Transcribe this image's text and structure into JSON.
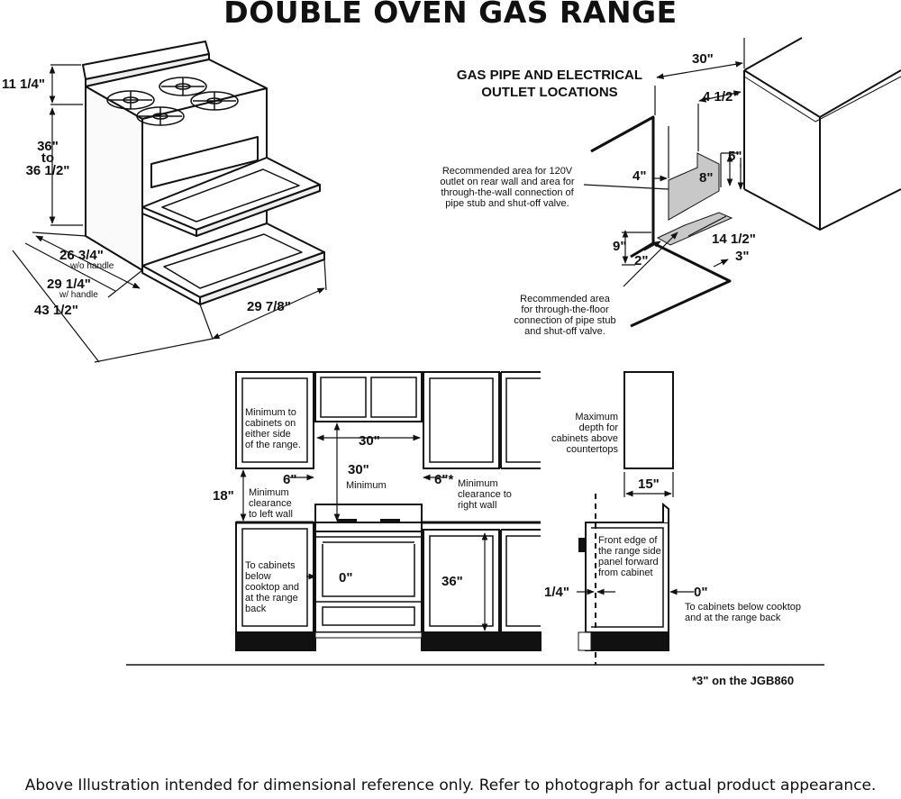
{
  "title": "DOUBLE OVEN GAS RANGE",
  "gas_section": {
    "title_line1": "GAS PIPE AND ELECTRICAL",
    "title_line2": "OUTLET LOCATIONS",
    "wall_note": [
      "Recommended area for 120V",
      "outlet on rear wall and area for",
      "through-the-wall connection of",
      "pipe stub and shut-off valve."
    ],
    "floor_note": [
      "Recommended area",
      "for through-the-floor",
      "connection of pipe stub",
      "and shut-off valve."
    ],
    "dims": {
      "width": "30\"",
      "four_half": "4 1/2\"",
      "four": "4\"",
      "eight": "8\"",
      "five": "5\"",
      "nine": "9\"",
      "two": "2\"",
      "fourteen_half": "14 1/2\"",
      "three": "3\""
    }
  },
  "range_dims": {
    "backguard": "11 1/4\"",
    "height": [
      "36\"",
      "to",
      "36 1/2\""
    ],
    "depth_no_handle": "26 3/4\"",
    "depth_no_handle_note": "w/o handle",
    "depth_handle": "29 1/4\"",
    "depth_handle_note": "w/ handle",
    "depth_door_open": "43 1/2\"",
    "width": "29 7/8\""
  },
  "cabinet_front": {
    "min_cab_note": [
      "Minimum to",
      "cabinets on",
      "either side",
      "of the range."
    ],
    "upper_width": "30\"",
    "cooktop_clearance": "30\"",
    "cooktop_clearance_note": "Minimum",
    "left_gap": "6\"",
    "right_gap": "6\"*",
    "left_wall_note": [
      "Minimum",
      "clearance",
      "to left wall"
    ],
    "right_wall_note": [
      "Minimum",
      "clearance to",
      "right wall"
    ],
    "upper_height": "18\"",
    "lower_note": [
      "To cabinets",
      "below",
      "cooktop and",
      "at the range",
      "back"
    ],
    "zero": "0\"",
    "counter_height": "36\""
  },
  "cabinet_side": {
    "max_depth_note": [
      "Maximum",
      "depth for",
      "cabinets above",
      "countertops"
    ],
    "max_depth": "15\"",
    "front_edge_note": [
      "Front edge of",
      "the range side",
      "panel forward",
      "from cabinet"
    ],
    "quarter": "1/4\"",
    "zero": "0\"",
    "below_note": [
      "To cabinets below cooktop",
      "and at the range back"
    ]
  },
  "footnote": "*3\" on the JGB860",
  "footer": "Above Illustration intended for dimensional reference only. Refer to photograph for actual product appearance."
}
